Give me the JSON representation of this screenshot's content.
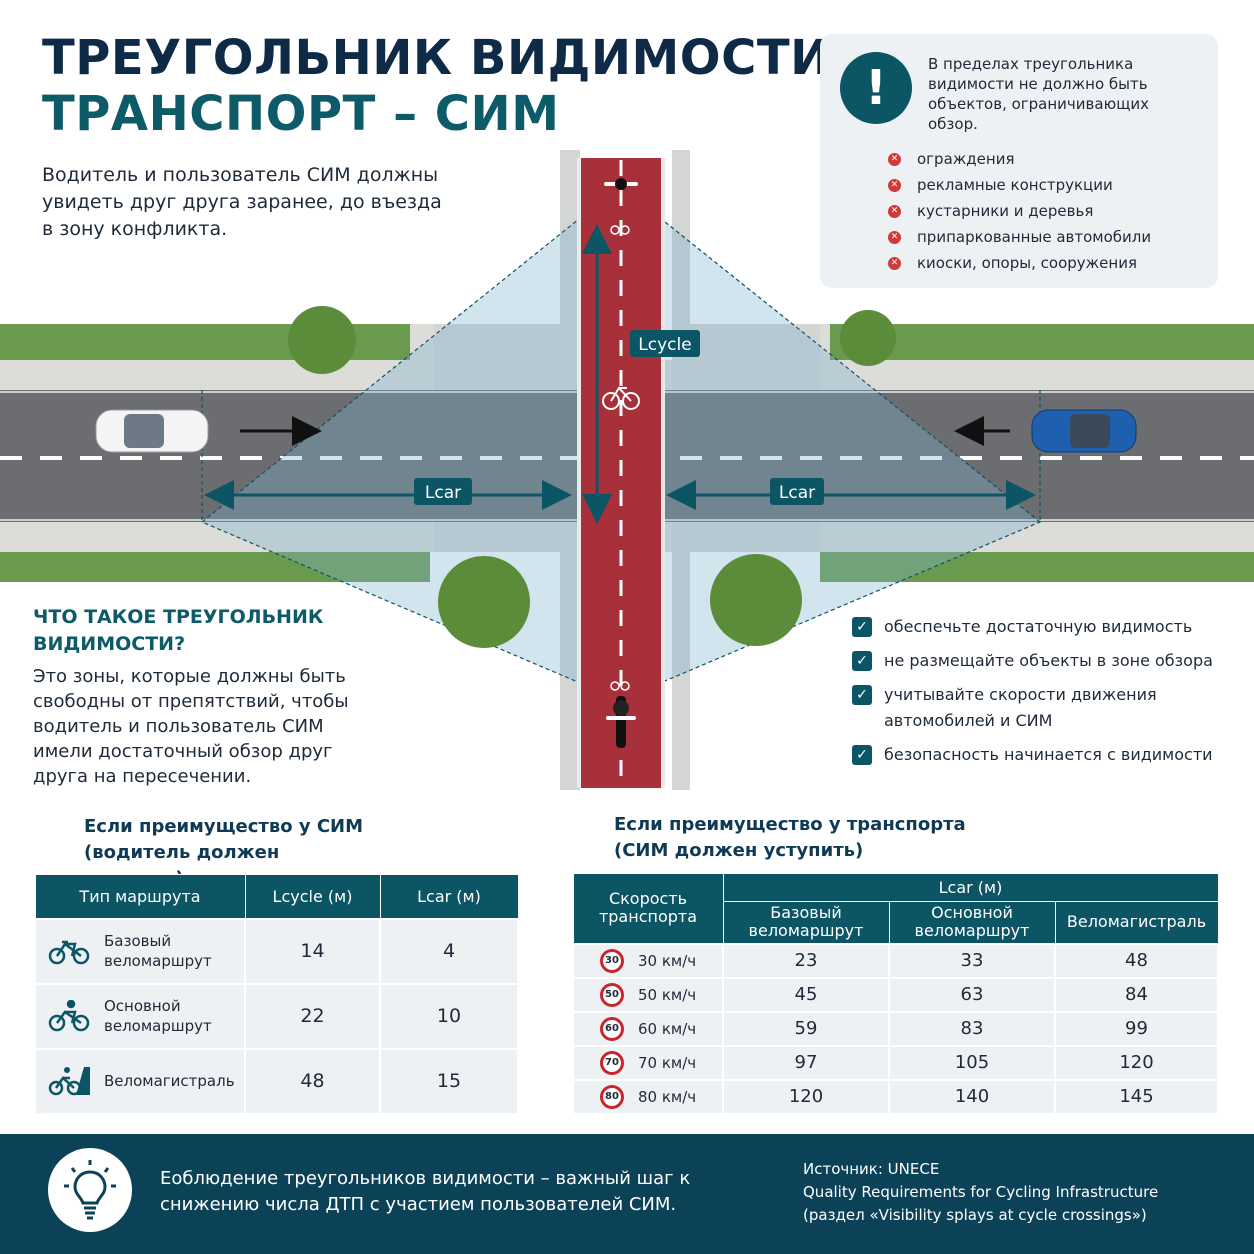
{
  "header": {
    "title_line1": "ТРЕУГОЛЬНИК ВИДИМОСТИ",
    "title_line2": "ТРАНСПОРТ – СИМ",
    "intro": "Водитель и пользователь СИМ должны увидеть друг друга заранее, до въезда в зону конфликта."
  },
  "warning": {
    "icon": "exclamation-icon",
    "text": "В пределах треугольника видимости не должно быть объектов, ограничивающих обзор.",
    "items": [
      "ограждения",
      "рекламные конструкции",
      "кустарники и деревья",
      "припаркованные автомобили",
      "киоски, опоры, сооружения"
    ]
  },
  "diagram": {
    "label_lcycle": "Lcycle",
    "label_lcar_left": "Lcar",
    "label_lcar_right": "Lcar"
  },
  "what_is": {
    "title": "ЧТО ТАКОЕ ТРЕУГОЛЬНИК ВИДИМОСТИ?",
    "text": "Это зоны, которые должны быть свободны от препятствий, чтобы водитель и пользователь СИМ имели достаточный обзор друг друга на пересечении."
  },
  "checklist": [
    "обеспечьте достаточную видимость",
    "не размещайте объекты в зоне обзора",
    "учитывайте скорости движения автомобилей и СИМ",
    "безопасность начинается с видимости"
  ],
  "table_sim": {
    "title": "Если преимущество у СИМ (водитель должен уступить)",
    "headers": [
      "Тип маршрута",
      "Lcycle (м)",
      "Lcar (м)"
    ],
    "rows": [
      {
        "icon": "bicycle-icon",
        "route": "Базовый веломаршрут",
        "lcycle": "14",
        "lcar": "4"
      },
      {
        "icon": "cyclist-icon",
        "route": "Основной веломаршрут",
        "lcycle": "22",
        "lcar": "10"
      },
      {
        "icon": "cyclist-road-icon",
        "route": "Веломагистраль",
        "lcycle": "48",
        "lcar": "15"
      }
    ]
  },
  "table_transport": {
    "title": "Если преимущество у транспорта (СИМ должен уступить)",
    "header_speed": "Скорость транспорта",
    "header_group": "Lcar (м)",
    "subheaders": [
      "Базовый веломаршрут",
      "Основной веломаршрут",
      "Веломагистраль"
    ],
    "rows": [
      {
        "sign": "30",
        "speed": "30 км/ч",
        "v": [
          "23",
          "33",
          "48"
        ]
      },
      {
        "sign": "50",
        "speed": "50 км/ч",
        "v": [
          "45",
          "63",
          "84"
        ]
      },
      {
        "sign": "60",
        "speed": "60 км/ч",
        "v": [
          "59",
          "83",
          "99"
        ]
      },
      {
        "sign": "70",
        "speed": "70 км/ч",
        "v": [
          "97",
          "105",
          "120"
        ]
      },
      {
        "sign": "80",
        "speed": "80 км/ч",
        "v": [
          "120",
          "140",
          "145"
        ]
      }
    ]
  },
  "footer": {
    "icon": "lightbulb-icon",
    "text": "Еоблюдение треугольников видимости – важный шаг к снижению числа ДТП с участием пользователей СИМ.",
    "source_line1": "Источник: UNECE",
    "source_line2": "Quality Requirements for Cycling Infrastructure",
    "source_line3": "(раздел «Visibility splays at cycle crossings»)"
  },
  "colors": {
    "navy": "#0e2a47",
    "teal": "#0d5a68",
    "table_header": "#0c5565",
    "bike_lane": "#a8303a",
    "footer_bg": "#0c4257",
    "danger": "#d03a3a"
  }
}
